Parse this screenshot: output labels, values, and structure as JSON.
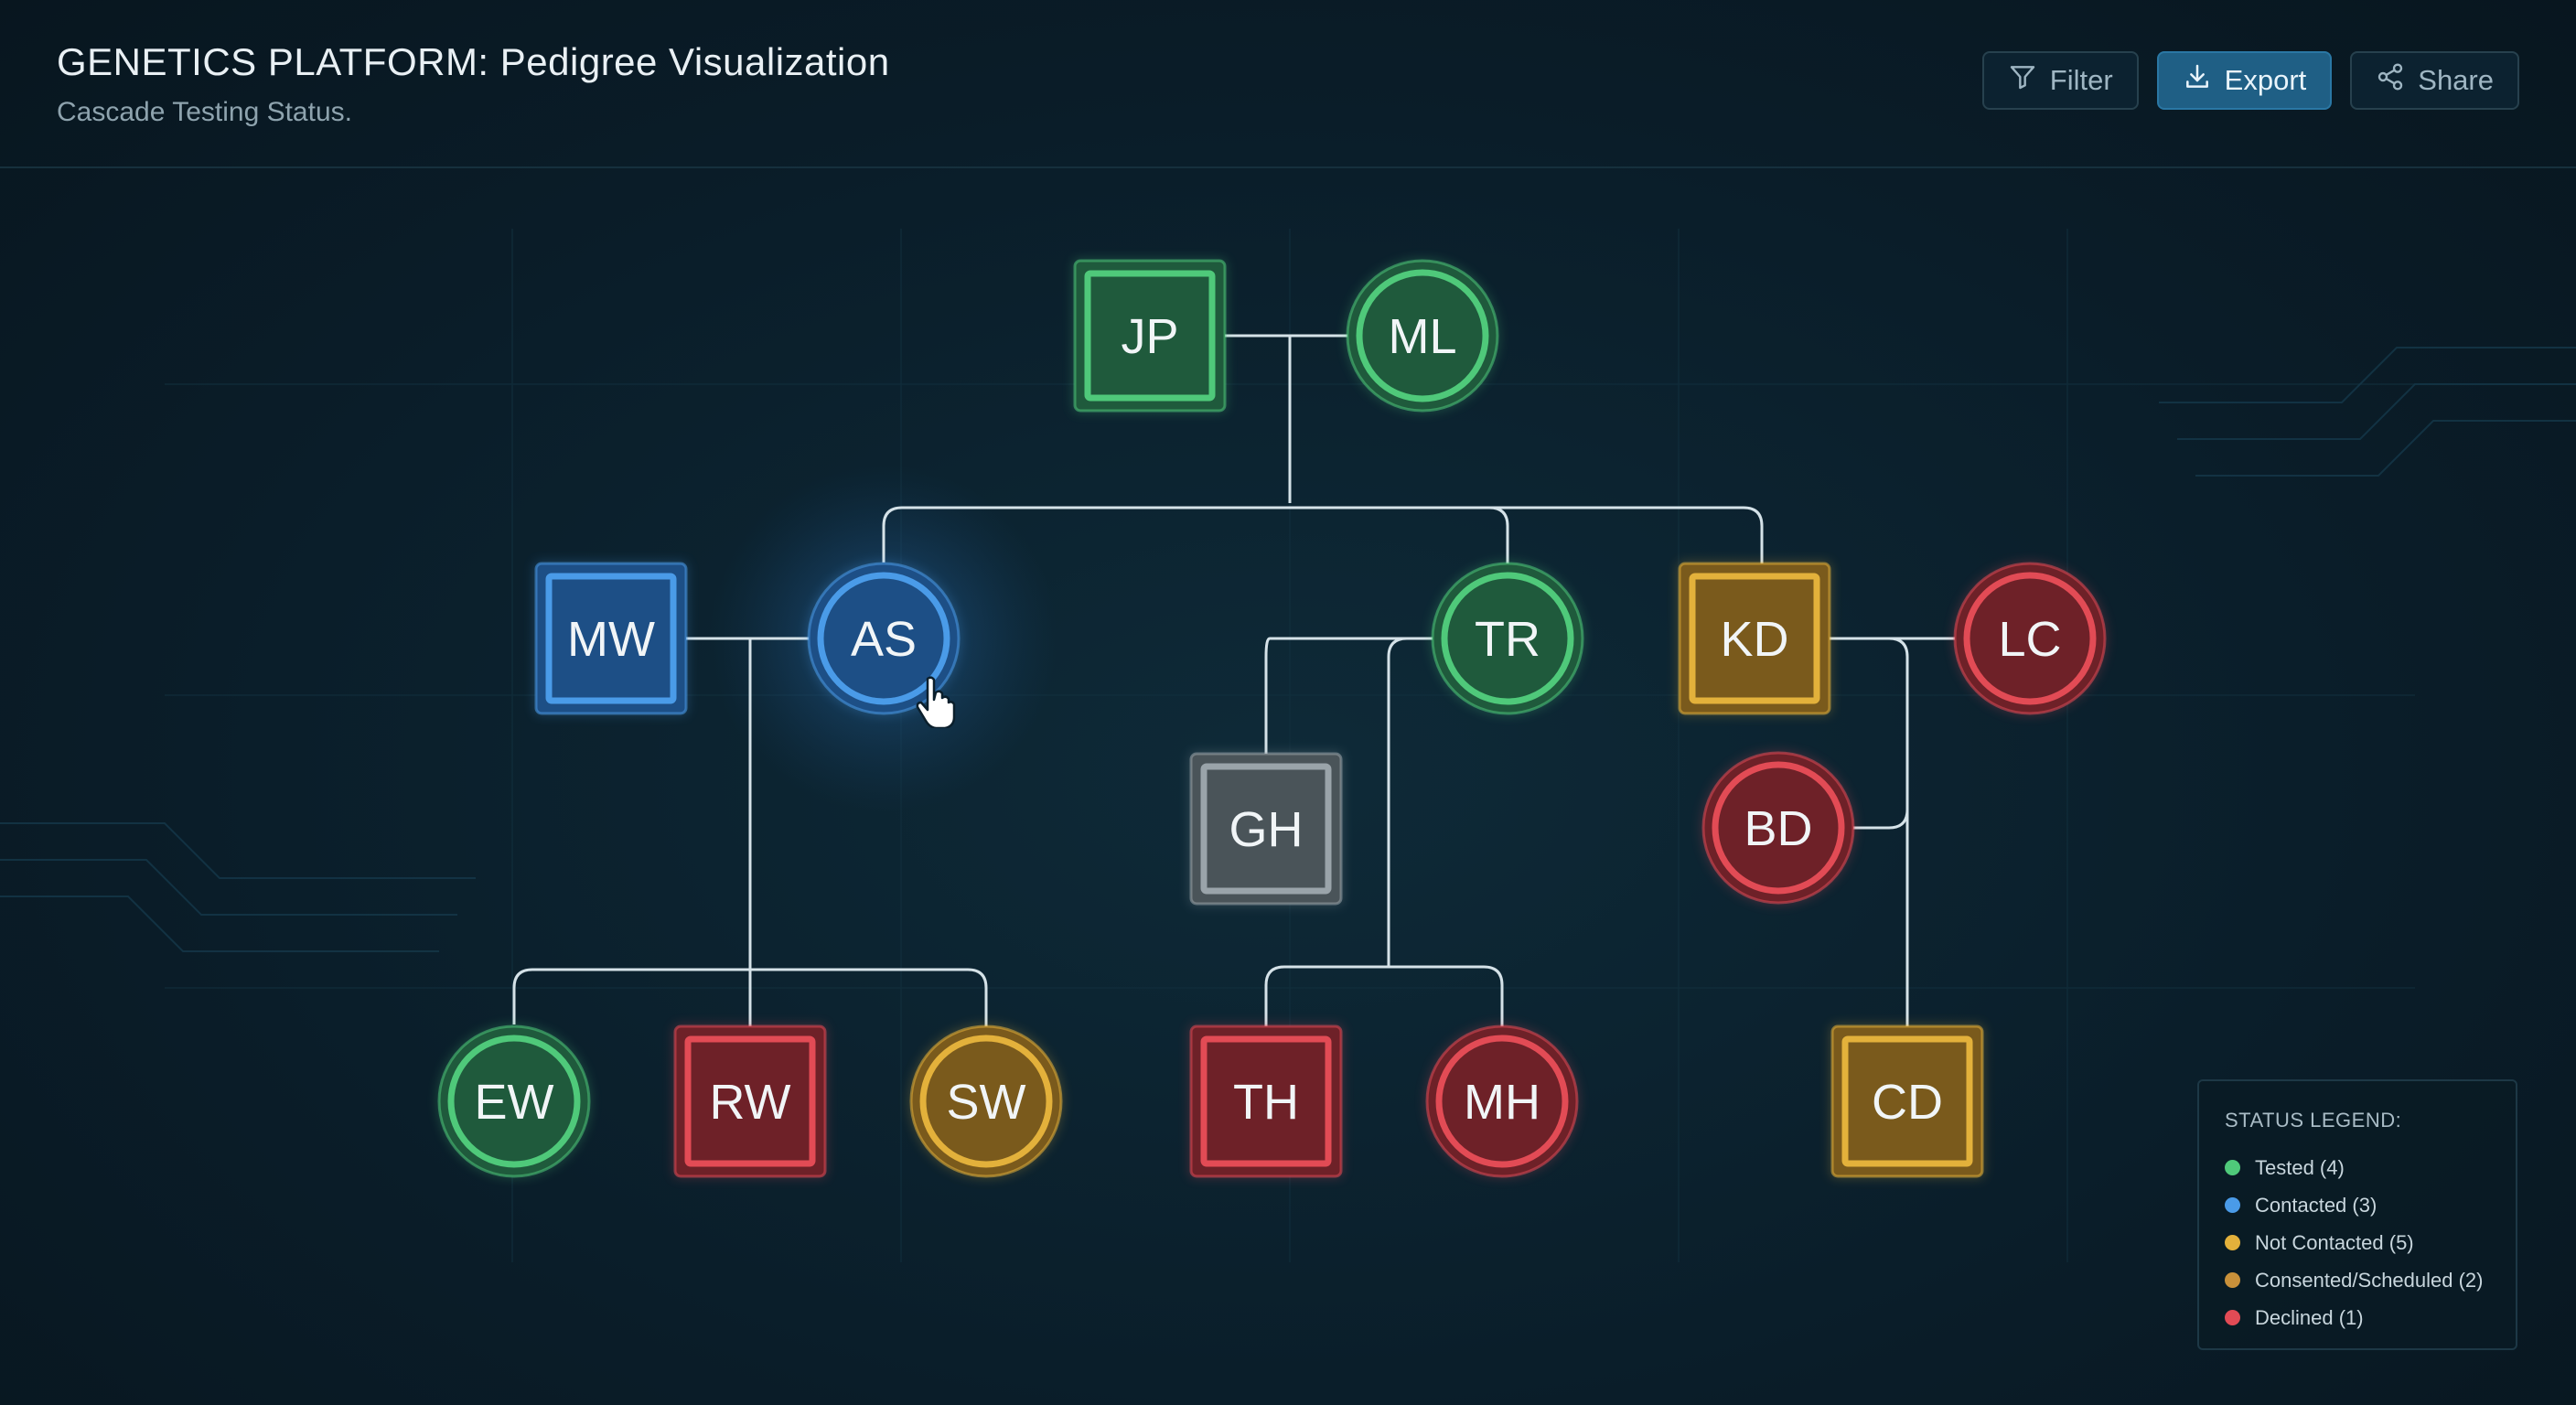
{
  "header": {
    "title": "GENETICS PLATFORM: Pedigree Visualization",
    "subtitle": "Cascade Testing Status."
  },
  "toolbar": {
    "filter_label": "Filter",
    "export_label": "Export",
    "share_label": "Share"
  },
  "colors": {
    "tested": "#4fc97a",
    "contacted": "#4a9be8",
    "not_contacted": "#e3b13b",
    "consented": "#c9913a",
    "declined": "#e24b55",
    "unknown": "#9aa4aa"
  },
  "pedigree": {
    "members": [
      {
        "initials": "JP",
        "sex": "male",
        "status": "tested"
      },
      {
        "initials": "ML",
        "sex": "female",
        "status": "tested"
      },
      {
        "initials": "MW",
        "sex": "male",
        "status": "contacted"
      },
      {
        "initials": "AS",
        "sex": "female",
        "status": "contacted",
        "selected": true
      },
      {
        "initials": "TR",
        "sex": "female",
        "status": "tested"
      },
      {
        "initials": "KD",
        "sex": "male",
        "status": "not_contacted"
      },
      {
        "initials": "LC",
        "sex": "female",
        "status": "declined"
      },
      {
        "initials": "GH",
        "sex": "male",
        "status": "unknown"
      },
      {
        "initials": "BD",
        "sex": "female",
        "status": "declined"
      },
      {
        "initials": "EW",
        "sex": "female",
        "status": "tested"
      },
      {
        "initials": "RW",
        "sex": "male",
        "status": "declined"
      },
      {
        "initials": "SW",
        "sex": "female",
        "status": "not_contacted"
      },
      {
        "initials": "TH",
        "sex": "male",
        "status": "declined"
      },
      {
        "initials": "MH",
        "sex": "female",
        "status": "declined"
      },
      {
        "initials": "CD",
        "sex": "male",
        "status": "not_contacted"
      }
    ]
  },
  "legend": {
    "title": "STATUS LEGEND:",
    "items": [
      {
        "label": "Tested (4)",
        "color": "#4fc97a"
      },
      {
        "label": "Contacted (3)",
        "color": "#4a9be8"
      },
      {
        "label": "Not Contacted (5)",
        "color": "#e3b13b"
      },
      {
        "label": "Consented/Scheduled (2)",
        "color": "#c9913a"
      },
      {
        "label": "Declined (1)",
        "color": "#e24b55"
      }
    ]
  }
}
